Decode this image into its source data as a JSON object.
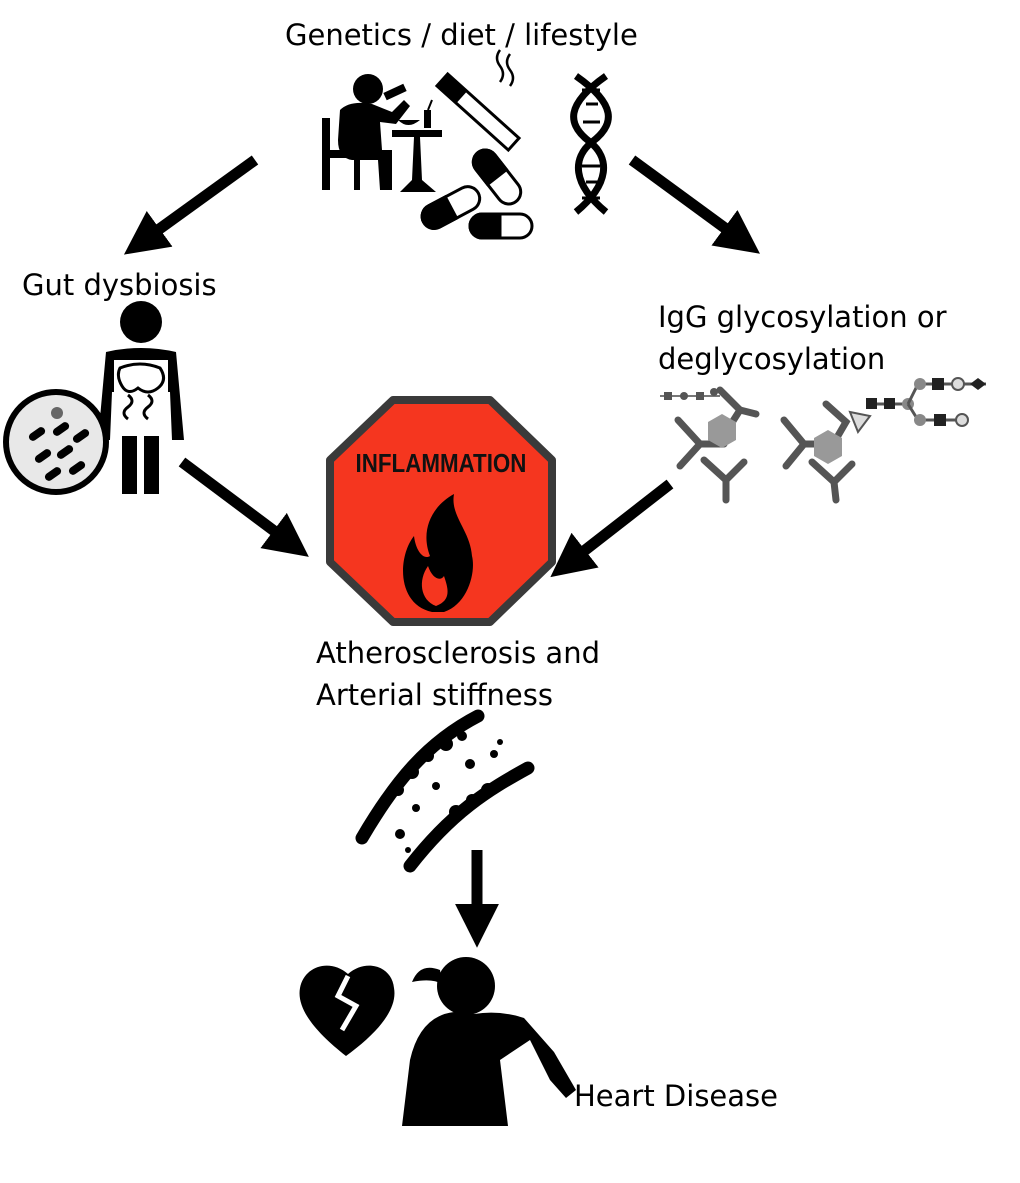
{
  "labels": {
    "top": "Genetics / diet / lifestyle",
    "left": "Gut dysbiosis",
    "right_line1": "IgG glycosylation or",
    "right_line2": "deglycosylation",
    "center": "INFLAMMATION",
    "middle_line1": "Atherosclerosis and",
    "middle_line2": "Arterial stiffness",
    "bottom": "Heart Disease"
  },
  "colors": {
    "ink": "#000000",
    "stop_sign": "#f5361f",
    "stop_border": "#3a3a3a",
    "antibody": "#555555",
    "antibody_light": "#999999"
  },
  "icons": [
    "person-eating-icon",
    "cigarette-icon",
    "pills-icon",
    "dna-icon",
    "person-gut-icon",
    "bacteria-magnifier-icon",
    "stop-sign-icon",
    "flame-icon",
    "antibody-glycan-icon",
    "artery-plaque-icon",
    "broken-heart-icon",
    "woman-chest-pain-icon"
  ]
}
